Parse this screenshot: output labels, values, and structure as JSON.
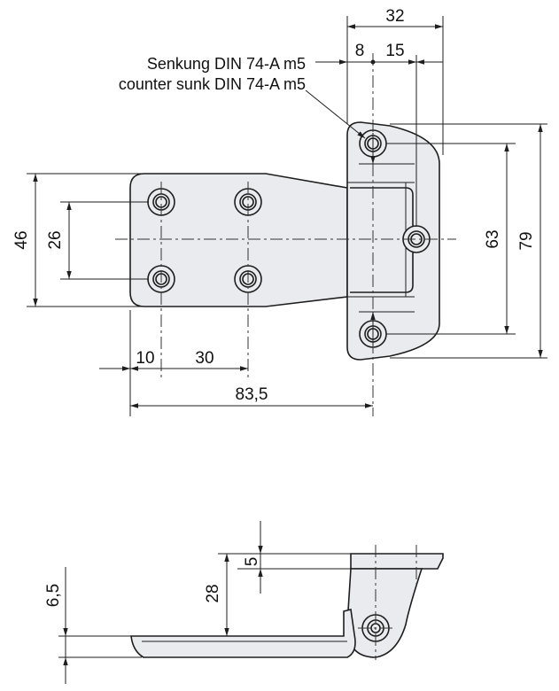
{
  "drawing": {
    "colors": {
      "part_fill": "#e9ebee",
      "line": "#1e1e1e",
      "background": "#ffffff"
    },
    "callout": {
      "line_de": "Senkung DIN 74-A m5",
      "line_en": "counter sunk DIN 74-A m5"
    },
    "top_view": {
      "dim_overall_width": "32",
      "dim_hole_offset": "8",
      "dim_hole_to_edge": "15",
      "dim_leaf_height": "46",
      "dim_hole_spacing_v": "26",
      "dim_flange_holes": "63",
      "dim_flange_height": "79",
      "dim_edge_to_hole": "10",
      "dim_hole_spacing_h": "30",
      "dim_overall_length": "83,5"
    },
    "side_view": {
      "dim_flange_thickness": "5",
      "dim_offset_height": "28",
      "dim_leaf_thickness": "6,5"
    }
  }
}
